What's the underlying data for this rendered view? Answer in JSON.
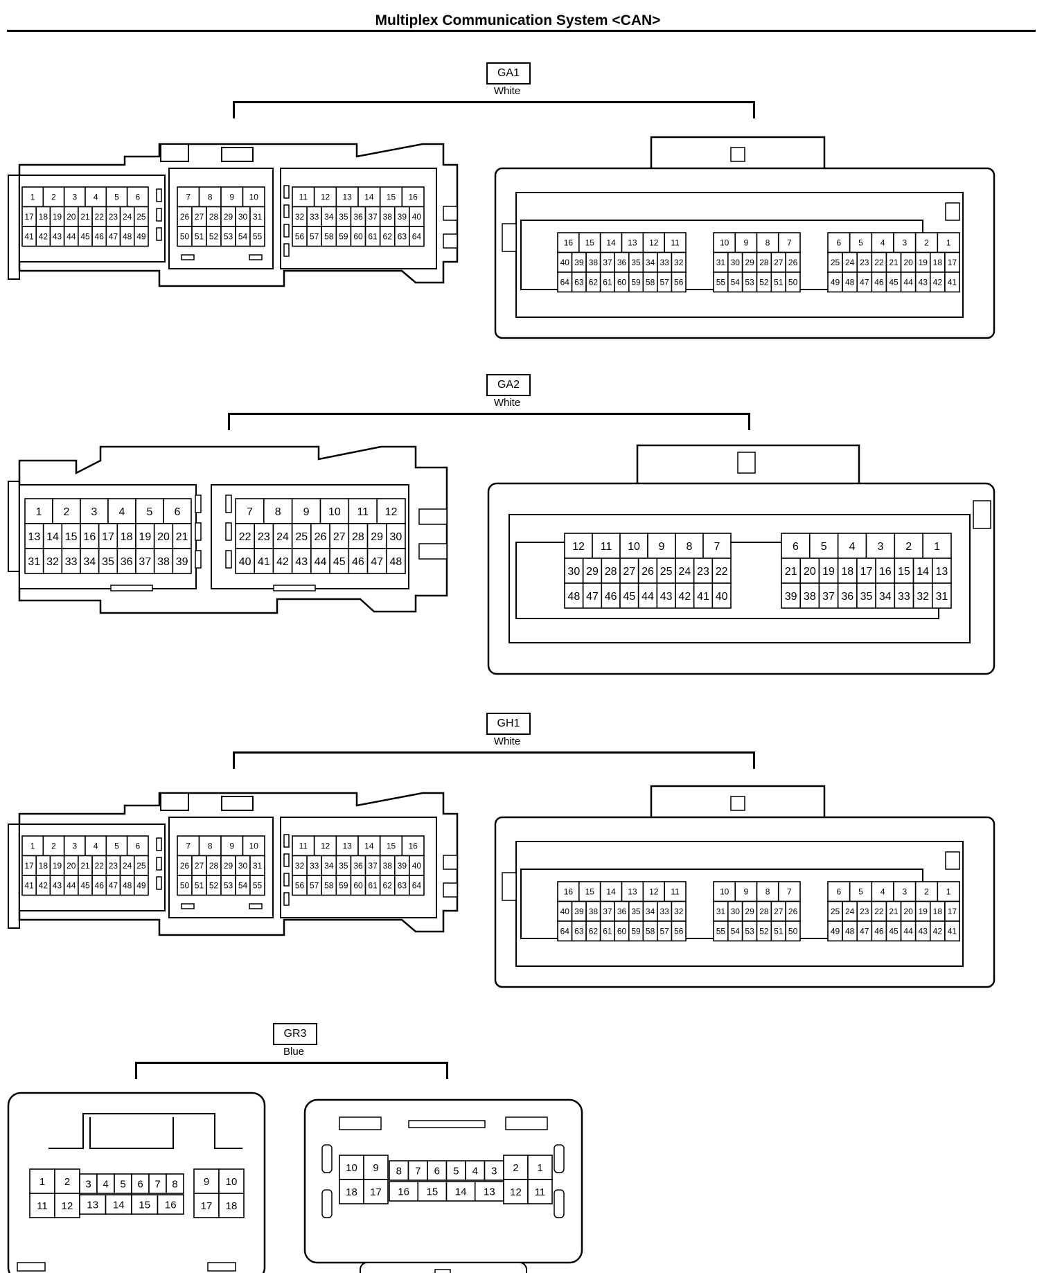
{
  "title": "Multiplex Communication System <CAN>",
  "connectors": [
    {
      "id": "GA1",
      "color": "White",
      "female": [
        [
          [
            "1",
            "2",
            "3",
            "4",
            "5",
            "6"
          ],
          [
            "17",
            "18",
            "19",
            "20",
            "21",
            "22",
            "23",
            "24",
            "25"
          ],
          [
            "41",
            "42",
            "43",
            "44",
            "45",
            "46",
            "47",
            "48",
            "49"
          ]
        ],
        [
          [
            "7",
            "8",
            "9",
            "10"
          ],
          [
            "26",
            "27",
            "28",
            "29",
            "30",
            "31"
          ],
          [
            "50",
            "51",
            "52",
            "53",
            "54",
            "55"
          ]
        ],
        [
          [
            "11",
            "12",
            "13",
            "14",
            "15",
            "16"
          ],
          [
            "32",
            "33",
            "34",
            "35",
            "36",
            "37",
            "38",
            "39",
            "40"
          ],
          [
            "56",
            "57",
            "58",
            "59",
            "60",
            "61",
            "62",
            "63",
            "64"
          ]
        ]
      ],
      "male": [
        [
          [
            "16",
            "15",
            "14",
            "13",
            "12",
            "11"
          ],
          [
            "40",
            "39",
            "38",
            "37",
            "36",
            "35",
            "34",
            "33",
            "32"
          ],
          [
            "64",
            "63",
            "62",
            "61",
            "60",
            "59",
            "58",
            "57",
            "56"
          ]
        ],
        [
          [
            "10",
            "9",
            "8",
            "7"
          ],
          [
            "31",
            "30",
            "29",
            "28",
            "27",
            "26"
          ],
          [
            "55",
            "54",
            "53",
            "52",
            "51",
            "50"
          ]
        ],
        [
          [
            "6",
            "5",
            "4",
            "3",
            "2",
            "1"
          ],
          [
            "25",
            "24",
            "23",
            "22",
            "21",
            "20",
            "19",
            "18",
            "17"
          ],
          [
            "49",
            "48",
            "47",
            "46",
            "45",
            "44",
            "43",
            "42",
            "41"
          ]
        ]
      ]
    },
    {
      "id": "GA2",
      "color": "White",
      "female": [
        [
          [
            "1",
            "2",
            "3",
            "4",
            "5",
            "6"
          ],
          [
            "13",
            "14",
            "15",
            "16",
            "17",
            "18",
            "19",
            "20",
            "21"
          ],
          [
            "31",
            "32",
            "33",
            "34",
            "35",
            "36",
            "37",
            "38",
            "39"
          ]
        ],
        [
          [
            "7",
            "8",
            "9",
            "10",
            "11",
            "12"
          ],
          [
            "22",
            "23",
            "24",
            "25",
            "26",
            "27",
            "28",
            "29",
            "30"
          ],
          [
            "40",
            "41",
            "42",
            "43",
            "44",
            "45",
            "46",
            "47",
            "48"
          ]
        ]
      ],
      "male": [
        [
          [
            "12",
            "11",
            "10",
            "9",
            "8",
            "7"
          ],
          [
            "30",
            "29",
            "28",
            "27",
            "26",
            "25",
            "24",
            "23",
            "22"
          ],
          [
            "48",
            "47",
            "46",
            "45",
            "44",
            "43",
            "42",
            "41",
            "40"
          ]
        ],
        [
          [
            "6",
            "5",
            "4",
            "3",
            "2",
            "1"
          ],
          [
            "21",
            "20",
            "19",
            "18",
            "17",
            "16",
            "15",
            "14",
            "13"
          ],
          [
            "39",
            "38",
            "37",
            "36",
            "35",
            "34",
            "33",
            "32",
            "31"
          ]
        ]
      ]
    },
    {
      "id": "GH1",
      "color": "White",
      "female": [
        [
          [
            "1",
            "2",
            "3",
            "4",
            "5",
            "6"
          ],
          [
            "17",
            "18",
            "19",
            "20",
            "21",
            "22",
            "23",
            "24",
            "25"
          ],
          [
            "41",
            "42",
            "43",
            "44",
            "45",
            "46",
            "47",
            "48",
            "49"
          ]
        ],
        [
          [
            "7",
            "8",
            "9",
            "10"
          ],
          [
            "26",
            "27",
            "28",
            "29",
            "30",
            "31"
          ],
          [
            "50",
            "51",
            "52",
            "53",
            "54",
            "55"
          ]
        ],
        [
          [
            "11",
            "12",
            "13",
            "14",
            "15",
            "16"
          ],
          [
            "32",
            "33",
            "34",
            "35",
            "36",
            "37",
            "38",
            "39",
            "40"
          ],
          [
            "56",
            "57",
            "58",
            "59",
            "60",
            "61",
            "62",
            "63",
            "64"
          ]
        ]
      ],
      "male": [
        [
          [
            "16",
            "15",
            "14",
            "13",
            "12",
            "11"
          ],
          [
            "40",
            "39",
            "38",
            "37",
            "36",
            "35",
            "34",
            "33",
            "32"
          ],
          [
            "64",
            "63",
            "62",
            "61",
            "60",
            "59",
            "58",
            "57",
            "56"
          ]
        ],
        [
          [
            "10",
            "9",
            "8",
            "7"
          ],
          [
            "31",
            "30",
            "29",
            "28",
            "27",
            "26"
          ],
          [
            "55",
            "54",
            "53",
            "52",
            "51",
            "50"
          ]
        ],
        [
          [
            "6",
            "5",
            "4",
            "3",
            "2",
            "1"
          ],
          [
            "25",
            "24",
            "23",
            "22",
            "21",
            "20",
            "19",
            "18",
            "17"
          ],
          [
            "49",
            "48",
            "47",
            "46",
            "45",
            "44",
            "43",
            "42",
            "41"
          ]
        ]
      ]
    },
    {
      "id": "GR3",
      "color": "Blue",
      "female": [
        [
          "1",
          "2"
        ],
        [
          "11",
          "12"
        ],
        [
          "3",
          "4",
          "5",
          "6",
          "7",
          "8"
        ],
        [
          "13",
          "14",
          "15",
          "16"
        ],
        [
          "9",
          "10"
        ],
        [
          "17",
          "18"
        ]
      ],
      "male": [
        [
          "10",
          "9"
        ],
        [
          "18",
          "17"
        ],
        [
          "8",
          "7",
          "6",
          "5",
          "4",
          "3"
        ],
        [
          "16",
          "15",
          "14",
          "13"
        ],
        [
          "2",
          "1"
        ],
        [
          "12",
          "11"
        ]
      ]
    }
  ]
}
